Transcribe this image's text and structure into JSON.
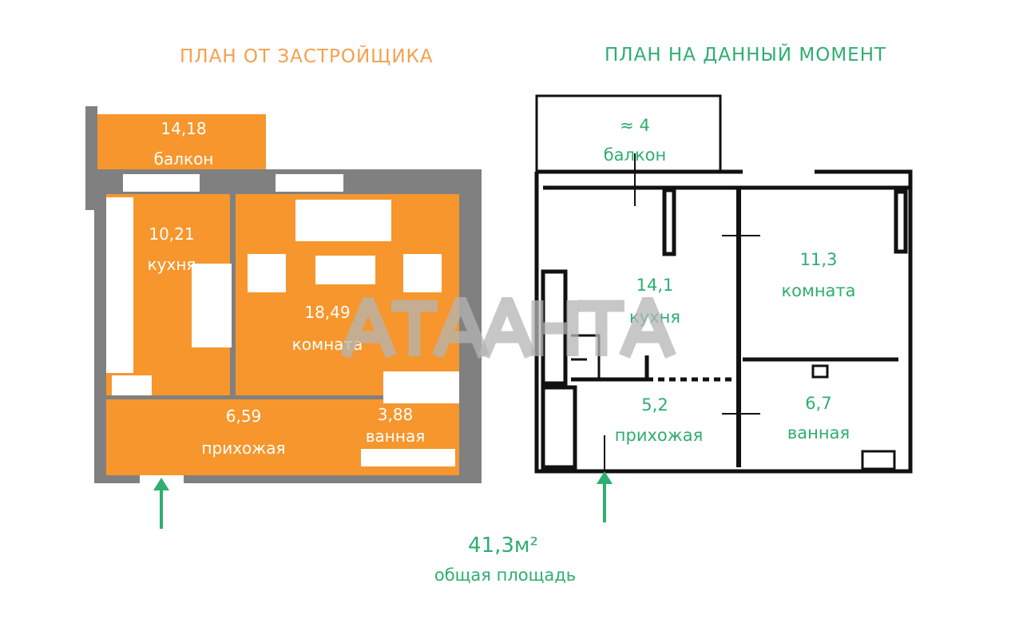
{
  "titles": {
    "developer_plan": "ПЛАН ОТ ЗАСТРОЙЩИКА",
    "current_plan": "ПЛАН НА ДАННЫЙ МОМЕНТ"
  },
  "developer_rooms": [
    {
      "area": "14,18",
      "name": "балкон"
    },
    {
      "area": "10,21",
      "name": "кухня"
    },
    {
      "area": "18,49",
      "name": "комната"
    },
    {
      "area": "6,59",
      "name": "прихожая"
    },
    {
      "area": "3,88",
      "name": "ванная"
    }
  ],
  "current_rooms": [
    {
      "area": "≈ 4",
      "name": "балкон"
    },
    {
      "area": "14,1",
      "name": "кухня"
    },
    {
      "area": "11,3",
      "name": "комната"
    },
    {
      "area": "5,2",
      "name": "прихожая"
    },
    {
      "area": "6,7",
      "name": "ванная"
    }
  ],
  "total": {
    "area": "41,3м²",
    "label": "общая площадь"
  },
  "watermark": "АТААНТА",
  "icons": [
    "entrance-arrow-icon",
    "entrance-arrow-icon"
  ],
  "colors": {
    "developer_fill": "#f6962d",
    "walls": "#808080",
    "green_text": "#2eae70",
    "orange_title": "#f4a04e"
  }
}
